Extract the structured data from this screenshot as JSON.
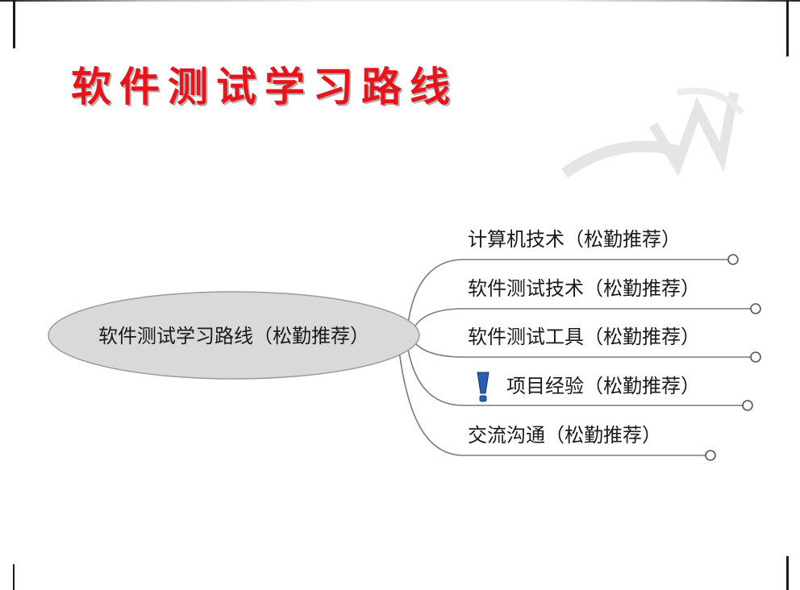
{
  "slide": {
    "title": "软件测试学习路线",
    "title_color": "#e8141b"
  },
  "mindmap": {
    "center": "软件测试学习路线（松勤推荐）",
    "center_fill": "#d9d9d9",
    "branches": [
      {
        "label": "计算机技术（松勤推荐）",
        "icon": ""
      },
      {
        "label": "软件测试技术（松勤推荐）",
        "icon": ""
      },
      {
        "label": "软件测试工具（松勤推荐）",
        "icon": ""
      },
      {
        "label": "项目经验（松勤推荐）",
        "icon": "exclamation-icon"
      },
      {
        "label": "交流沟通（松勤推荐）",
        "icon": ""
      }
    ]
  }
}
